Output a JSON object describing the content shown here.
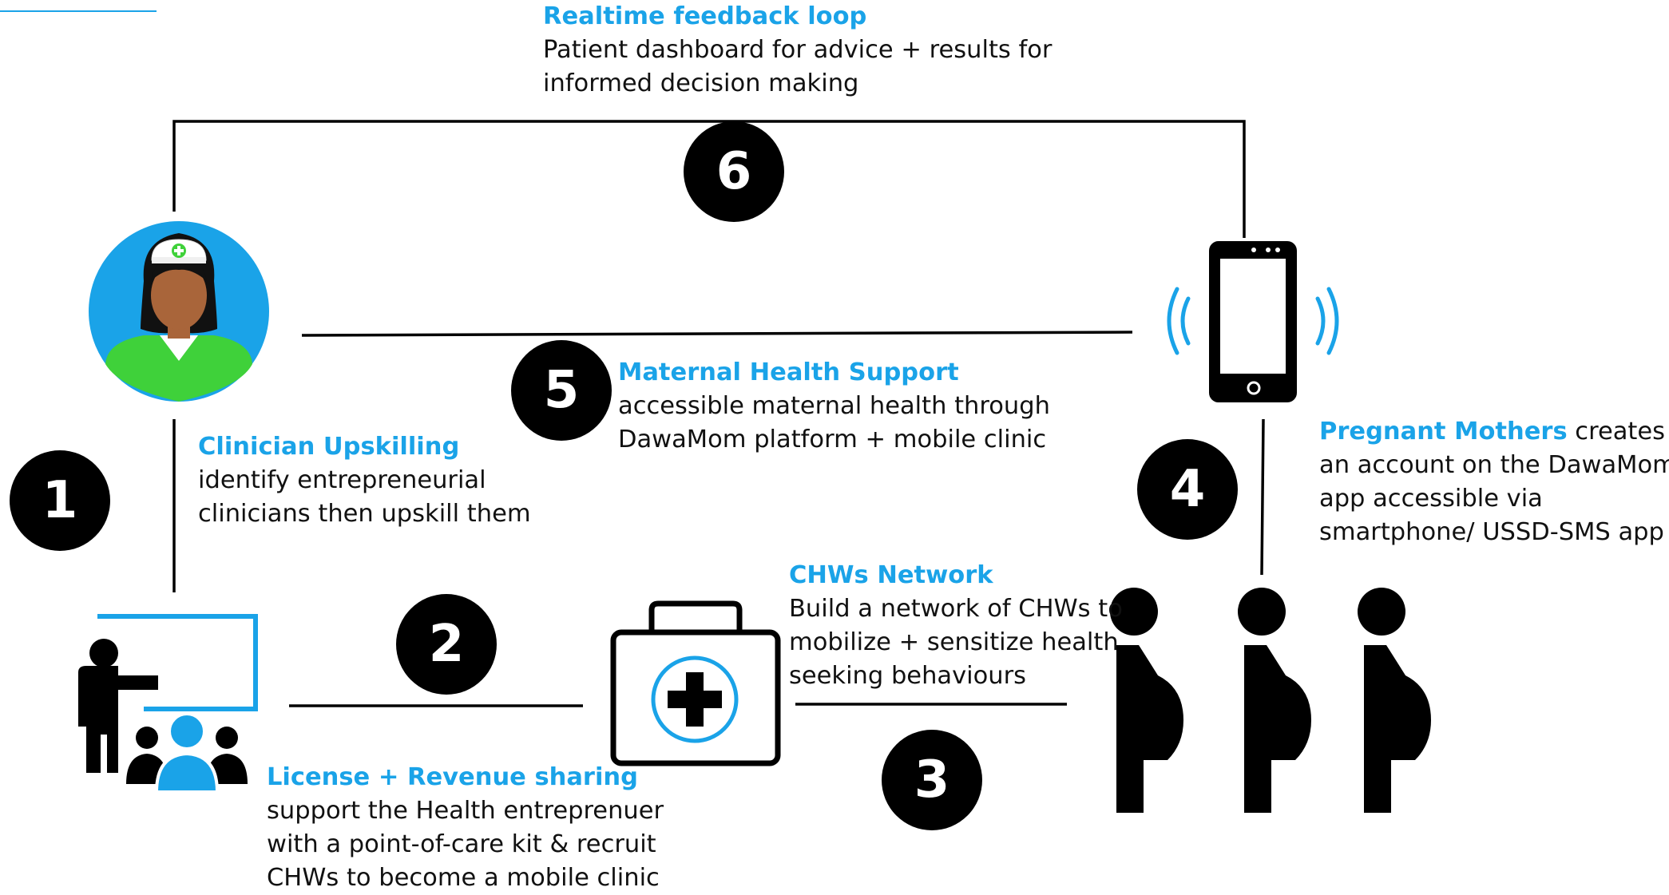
{
  "colors": {
    "accent": "#1aa3e8",
    "ink": "#000000",
    "nurse_skin": "#a9653a",
    "nurse_uniform": "#3fd13a"
  },
  "steps": [
    {
      "number": "1",
      "title": "Clinician Upskilling",
      "lines": [
        "identify entrepreneurial",
        "clinicians then upskill them"
      ]
    },
    {
      "number": "2",
      "title": "License + Revenue sharing",
      "lines": [
        "support the Health entreprenuer",
        "with a point-of-care kit & recruit",
        "CHWs to become a mobile clinic"
      ]
    },
    {
      "number": "3",
      "title": "CHWs Network",
      "lines": [
        "Build a network of CHWs to",
        "mobilize + sensitize health",
        "seeking behaviours"
      ]
    },
    {
      "number": "4",
      "title": "Pregnant Mothers",
      "title_suffix": " creates",
      "lines": [
        "an account on the DawaMom",
        "app accessible via",
        "smartphone/ USSD-SMS app"
      ]
    },
    {
      "number": "5",
      "title": "Maternal Health Support",
      "lines": [
        "accessible maternal health through",
        "DawaMom platform + mobile clinic"
      ]
    },
    {
      "number": "6",
      "title": "Realtime feedback loop",
      "lines": [
        "Patient dashboard for advice + results for",
        "informed decision making"
      ]
    }
  ],
  "icons": {
    "nurse": "nurse-avatar-icon",
    "trainer": "trainer-classroom-icon",
    "kit": "medical-kit-icon",
    "phone": "smartphone-signal-icon",
    "mothers": "pregnant-women-icon"
  }
}
